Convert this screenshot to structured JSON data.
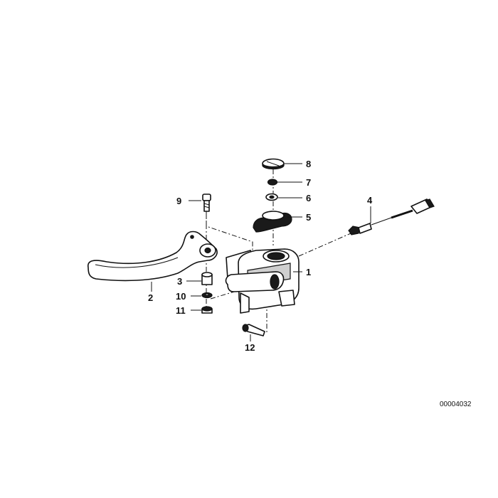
{
  "diagram": {
    "callouts": {
      "p1": "1",
      "p2": "2",
      "p3": "3",
      "p4": "4",
      "p5": "5",
      "p6": "6",
      "p7": "7",
      "p8": "8",
      "p9": "9",
      "p10": "10",
      "p11": "11",
      "p12": "12"
    },
    "doc_number": "00004032"
  }
}
